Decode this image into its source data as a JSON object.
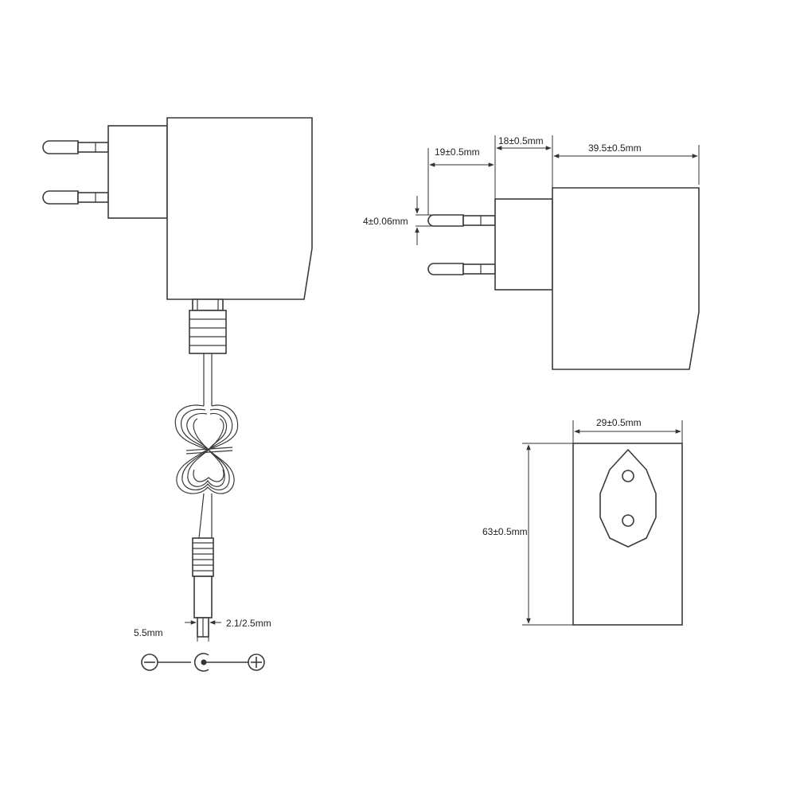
{
  "dimensions": {
    "prong_length": "19±0.5mm",
    "base_depth": "18±0.5mm",
    "body_depth": "39.5±0.5mm",
    "prong_diameter": "4±0.06mm",
    "width": "29±0.5mm",
    "height": "63±0.5mm",
    "plug_outer": "5.5mm",
    "plug_inner": "2.1/2.5mm"
  },
  "polarity": {
    "negative_icon": "minus-circle-icon",
    "center_icon": "center-positive-plug-icon",
    "positive_icon": "plus-circle-icon"
  },
  "colors": {
    "line": "#3a3a3a",
    "background": "#ffffff"
  }
}
